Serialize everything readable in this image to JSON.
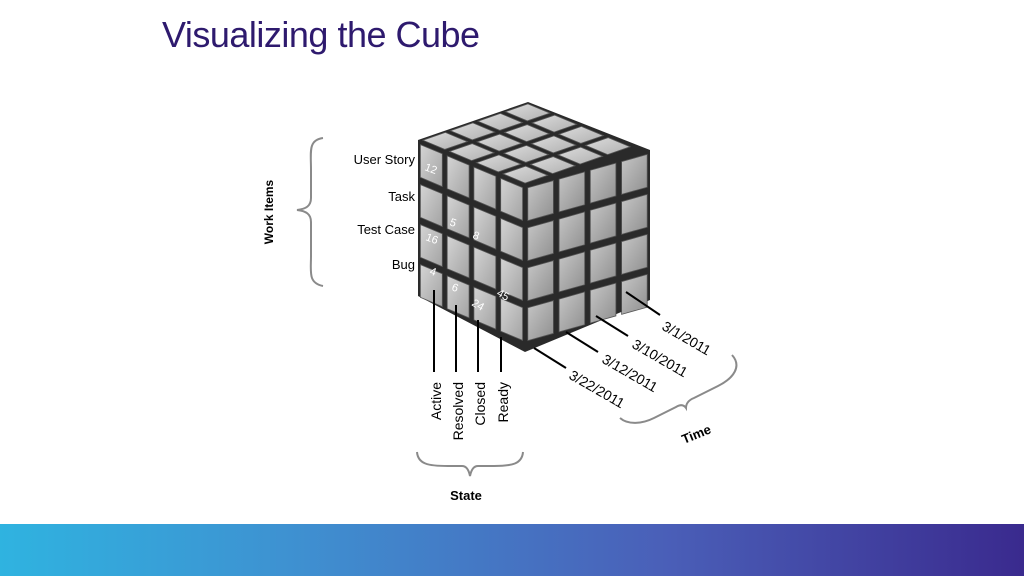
{
  "slide": {
    "title": "Visualizing the Cube"
  },
  "axes": {
    "work_items": {
      "title": "Work Items",
      "labels": [
        "User Story",
        "Task",
        "Test Case",
        "Bug"
      ]
    },
    "state": {
      "title": "State",
      "labels": [
        "Active",
        "Resolved",
        "Closed",
        "Ready"
      ]
    },
    "time": {
      "title": "Time",
      "labels": [
        "3/1/2011",
        "3/10/2011",
        "3/12/2011",
        "3/22/2011"
      ]
    }
  },
  "cell_values": {
    "user_story_active": "12",
    "test_case_active": "16",
    "test_case_resolved": "5",
    "test_case_closed": "8",
    "bug_active": "4",
    "bug_resolved": "6",
    "bug_closed": "24",
    "bug_ready": "45"
  },
  "colors": {
    "title": "#2e1a6e",
    "cube_face": "#b9b9b9",
    "cube_edge": "#333333"
  }
}
